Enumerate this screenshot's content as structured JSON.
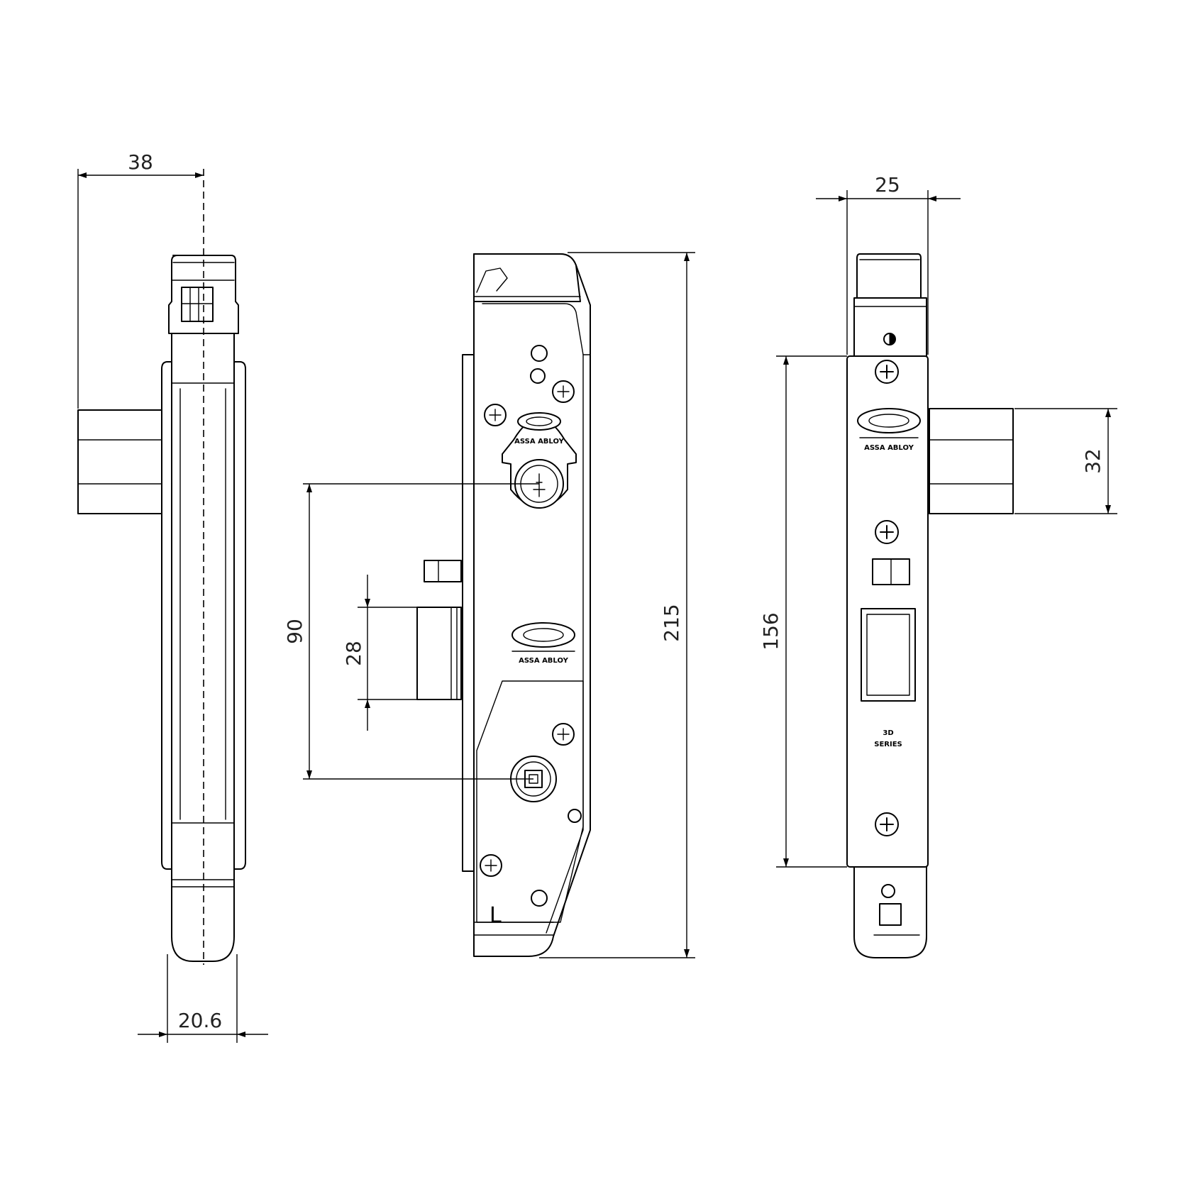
{
  "dimensions": {
    "side_width_top": "38",
    "side_width_bottom": "20.6",
    "front_height": "215",
    "cam_to_spindle": "90",
    "latch_height": "28",
    "face_width": "25",
    "face_height": "156",
    "deadbolt_height": "32"
  },
  "front_view": {
    "hand_label": "L",
    "brand_tag": "ASSA ABLOY"
  },
  "face_view": {
    "brand_tag": "ASSA ABLOY",
    "series_label": "SERIES"
  }
}
